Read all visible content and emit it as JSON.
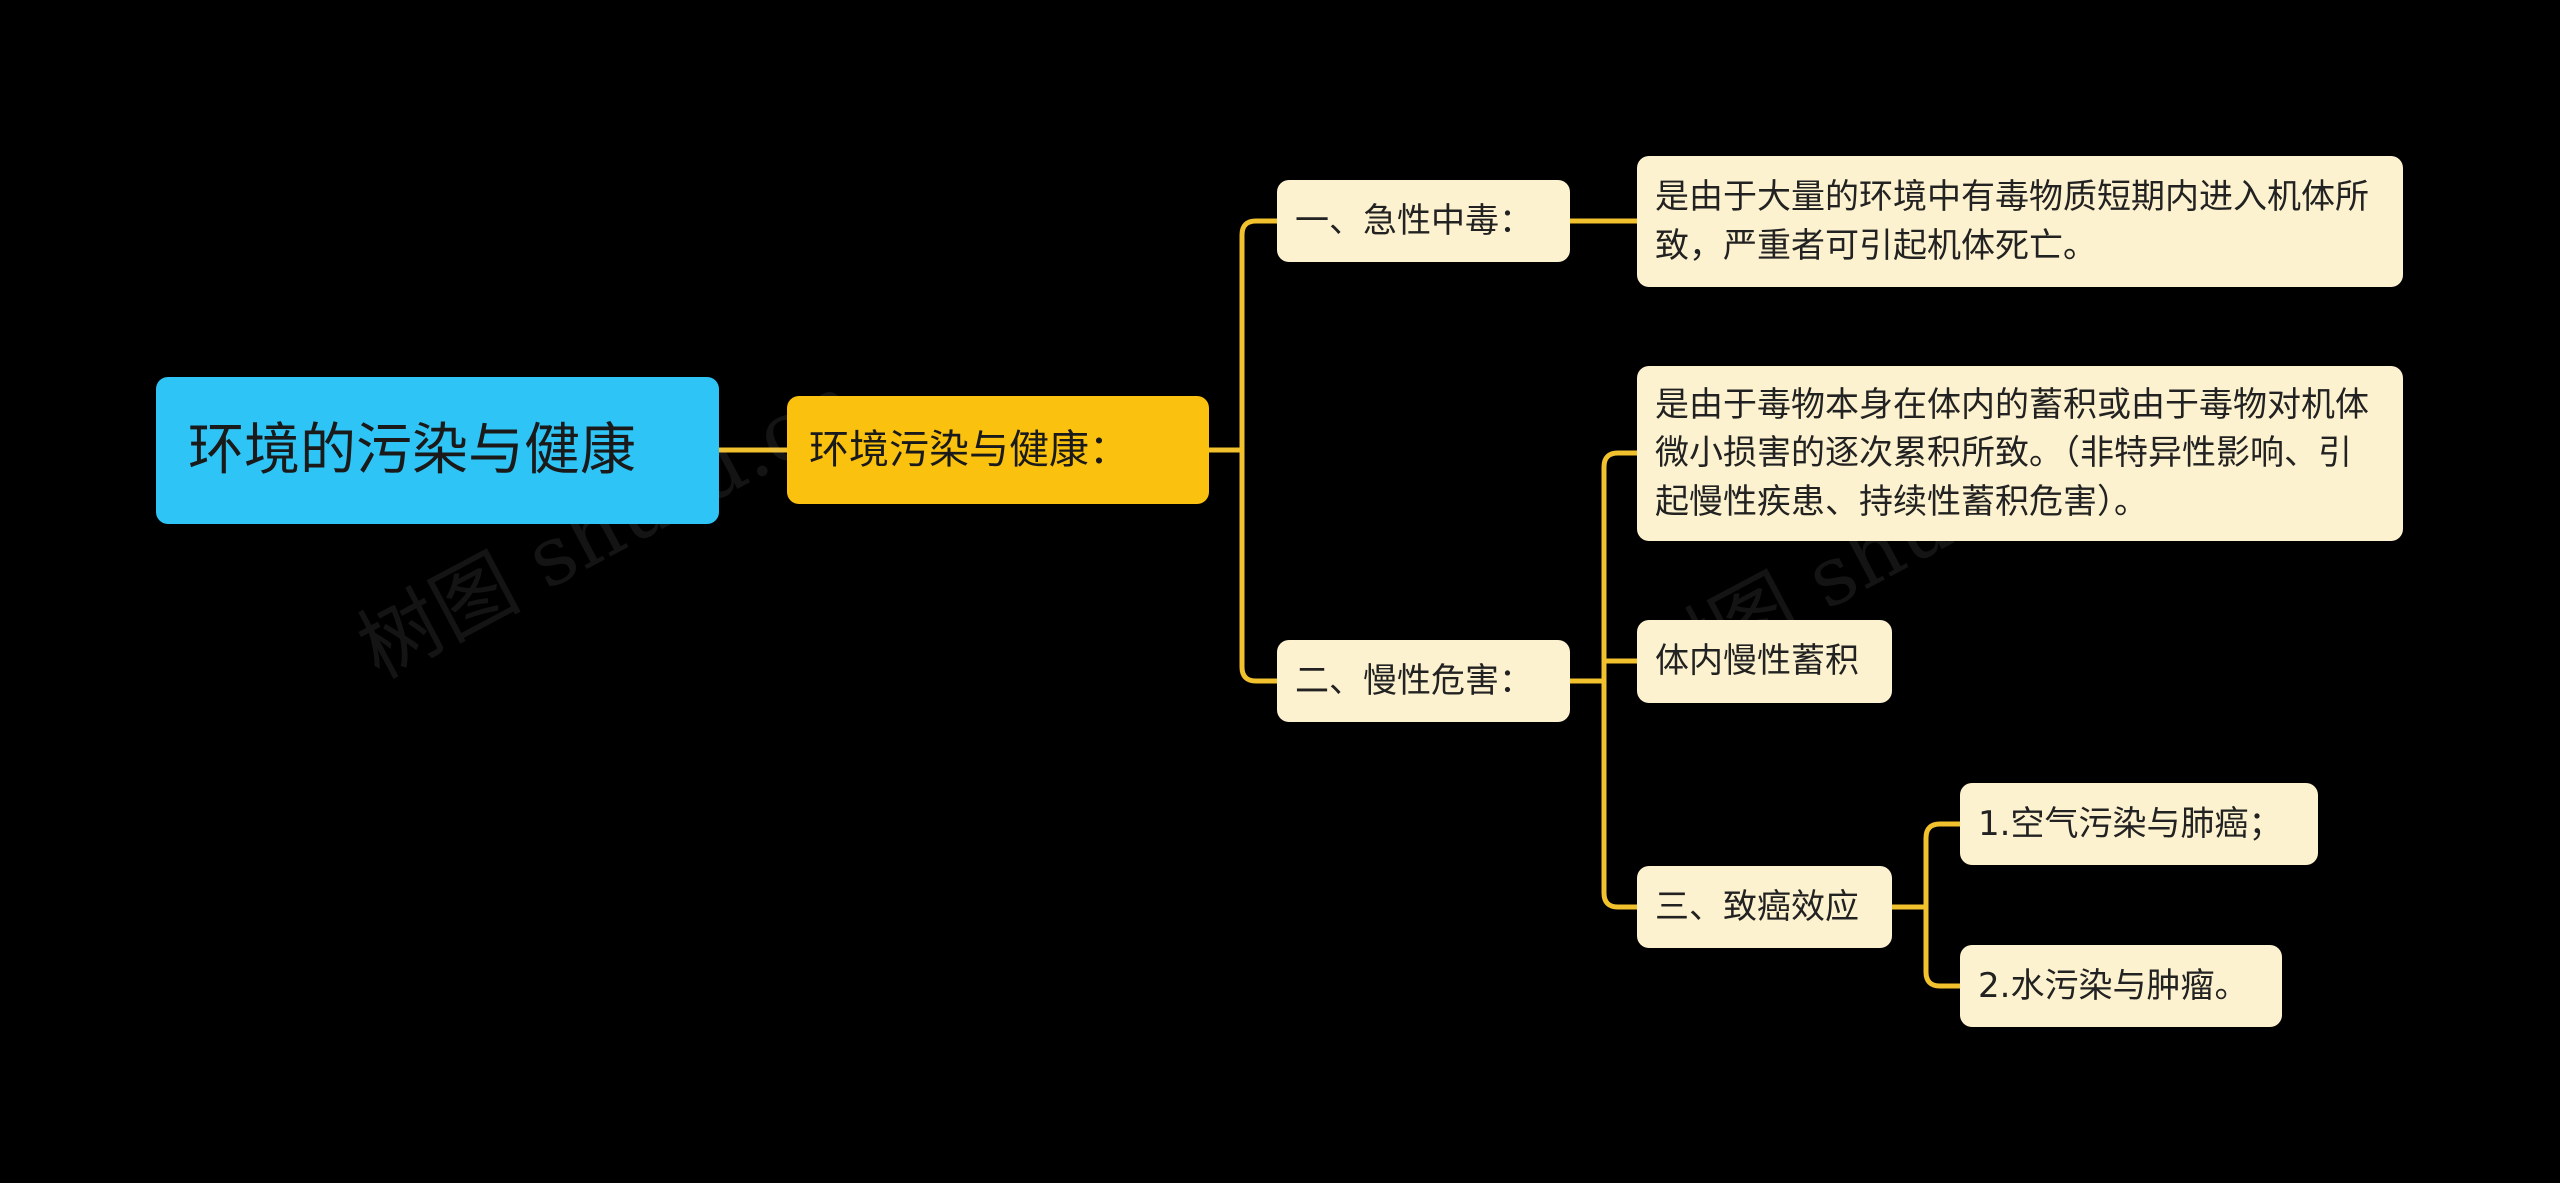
{
  "mindmap": {
    "root": "环境的污染与健康",
    "main": "环境污染与健康：",
    "acute": {
      "label": "一、急性中毒：",
      "detail": "是由于大量的环境中有毒物质短期内进入机体所致，严重者可引起机体死亡。"
    },
    "chronic": {
      "label": "二、慢性危害：",
      "detail": "是由于毒物本身在体内的蓄积或由于毒物对机体微小损害的逐次累积所致。（非特异性影响、引起慢性疾患、持续性蓄积危害）。",
      "accumulation": "体内慢性蓄积",
      "cancer": {
        "label": "三、致癌效应",
        "items": [
          "1.空气污染与肺癌；",
          "2.水污染与肿瘤。"
        ]
      }
    }
  },
  "watermark": [
    "树图 shutu.cn",
    "树图 shutu.cn"
  ],
  "colors": {
    "background": "#000000",
    "root": "#2ec5f6",
    "main": "#fbc10f",
    "leaf": "#fdf2cf",
    "connector": "#f2c12e"
  }
}
